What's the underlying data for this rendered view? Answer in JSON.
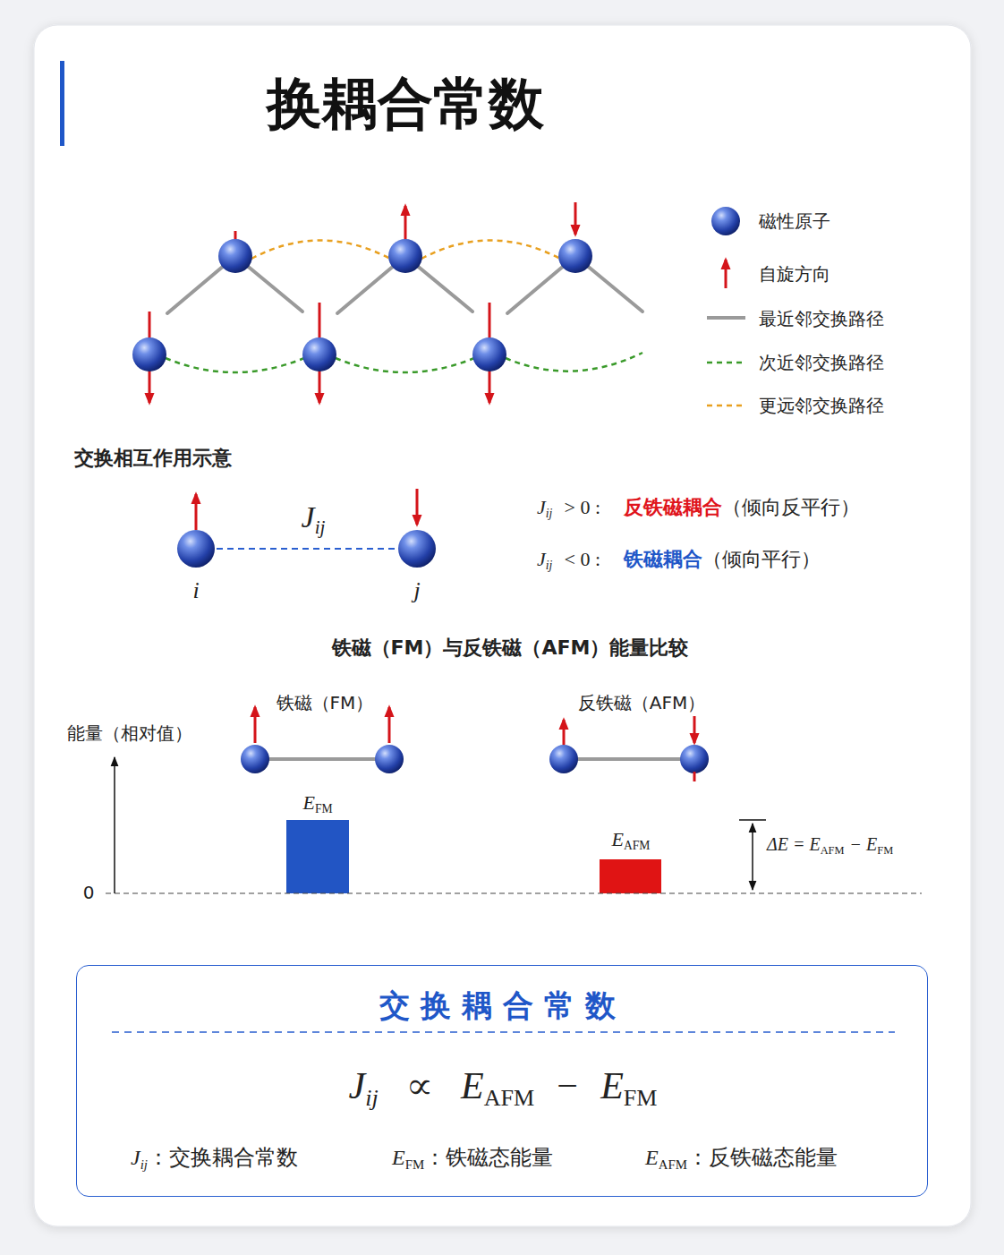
{
  "diagram": {
    "title": "换耦合常数",
    "nodes": [
      {
        "text": [
          "交换耦合常数",
          "J",
          "ij",
          "∝",
          "E",
          "AFM",
          "−",
          "E",
          "FM",
          "J",
          "ij",
          "：交换耦合常数",
          "E",
          "FM",
          "：铁磁态能量",
          "E",
          "AFM",
          "：反铁磁态能量"
        ]
      }
    ],
    "labels": [
      "交换相互作用示意",
      "J",
      "ij",
      "i",
      "j",
      "J",
      "ij",
      "> 0 :",
      "反铁磁耦合",
      "（倾向反平行）",
      "J",
      "ij",
      "< 0 :",
      "铁磁耦合",
      "（倾向平行）",
      "铁磁（FM）与反铁磁（AFM）能量比较",
      "能量（相对值）",
      "0",
      "铁磁（FM）",
      "反铁磁（AFM）",
      "E",
      "FM",
      "E",
      "AFM",
      "ΔE = E",
      "AFM",
      "− E",
      "FM"
    ],
    "legend": [
      {
        "text": "磁性原子"
      },
      {
        "text": "自旋方向"
      },
      {
        "text": "最近邻交换路径"
      },
      {
        "text": "次近邻交换路径"
      },
      {
        "text": "更远邻交换路径"
      }
    ]
  }
}
